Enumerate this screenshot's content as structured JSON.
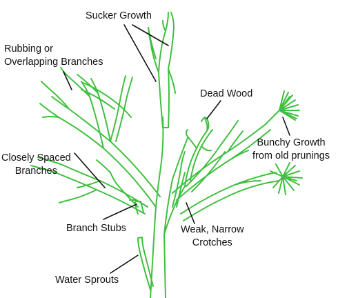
{
  "labels": {
    "sucker_growth": "Sucker Growth",
    "rubbing": [
      "Rubbing or",
      "Overlapping Branches"
    ],
    "dead_wood": "Dead Wood",
    "bunchy_growth": [
      "Bunchy Growth",
      "from old prunings"
    ],
    "closely_spaced": [
      "Closely Spaced",
      "Branches"
    ],
    "branch_stubs": "Branch Stubs",
    "weak_crotches": [
      "Weak, Narrow",
      "Crotches"
    ],
    "water_sprouts": "Water Sprouts"
  },
  "colors": {
    "branch": "#3fbf3f",
    "leader": "#111111",
    "background": "#ffffff"
  }
}
